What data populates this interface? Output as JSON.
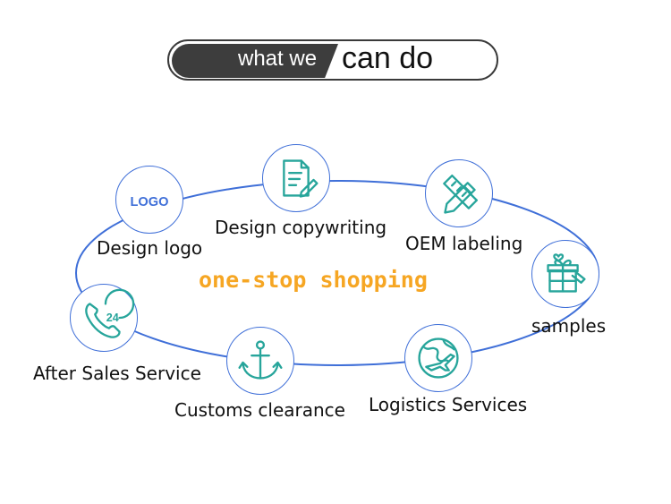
{
  "header": {
    "left_text": "what we",
    "right_text": "can do"
  },
  "center_text": "one-stop shopping",
  "colors": {
    "ring": "#3f6fd8",
    "icon": "#27a59b",
    "accent": "#f6a623",
    "header_dark": "#3d3d3d"
  },
  "services": [
    {
      "label": "Design logo",
      "icon": "logo-text-icon",
      "logo_text": "LOGO"
    },
    {
      "label": "Design copywriting",
      "icon": "document-pen-icon"
    },
    {
      "label": "OEM labeling",
      "icon": "ruler-pencil-icon"
    },
    {
      "label": "samples",
      "icon": "gift-box-icon"
    },
    {
      "label": "Logistics Services",
      "icon": "globe-plane-icon"
    },
    {
      "label": "Customs clearance",
      "icon": "anchor-icon"
    },
    {
      "label": "After Sales Service",
      "icon": "phone-24-icon",
      "badge": "24"
    }
  ]
}
